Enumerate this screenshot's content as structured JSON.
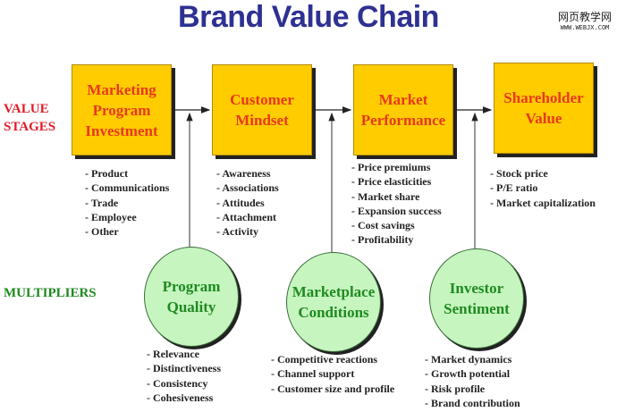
{
  "title": "Brand Value Chain",
  "watermark": {
    "line1": "网页教学网",
    "line2": "WWW.WEBJX.COM"
  },
  "row_labels": {
    "value_stages": [
      "VALUE",
      "STAGES"
    ],
    "multipliers": "MULTIPLIERS"
  },
  "colors": {
    "title": "#2e3192",
    "stage_box": "#ffcc00",
    "stage_text": "#e8391c",
    "multiplier_fill": "#c6f5c0",
    "multiplier_text": "#1f8a1f"
  },
  "stages": [
    {
      "lines": [
        "Marketing",
        "Program",
        "Investment"
      ],
      "items": [
        "- Product",
        "- Communications",
        "- Trade",
        "- Employee",
        "- Other"
      ]
    },
    {
      "lines": [
        "Customer",
        "Mindset"
      ],
      "items": [
        "- Awareness",
        "- Associations",
        "- Attitudes",
        "- Attachment",
        "- Activity"
      ]
    },
    {
      "lines": [
        "Market",
        "Performance"
      ],
      "items": [
        "- Price premiums",
        "- Price elasticities",
        "- Market share",
        "- Expansion success",
        "- Cost savings",
        "- Profitability"
      ]
    },
    {
      "lines": [
        "Shareholder",
        "Value"
      ],
      "items": [
        "- Stock price",
        "- P/E ratio",
        "- Market capitalization"
      ]
    }
  ],
  "multipliers": [
    {
      "lines": [
        "Program",
        "Quality"
      ],
      "items": [
        "- Relevance",
        "- Distinctiveness",
        "- Consistency",
        "- Cohesiveness"
      ]
    },
    {
      "lines": [
        "Marketplace",
        "Conditions"
      ],
      "items": [
        "- Competitive reactions",
        "- Channel support",
        "- Customer size and profile"
      ]
    },
    {
      "lines": [
        "Investor",
        "Sentiment"
      ],
      "items": [
        "- Market dynamics",
        "- Growth potential",
        "- Risk profile",
        "- Brand contribution"
      ]
    }
  ]
}
